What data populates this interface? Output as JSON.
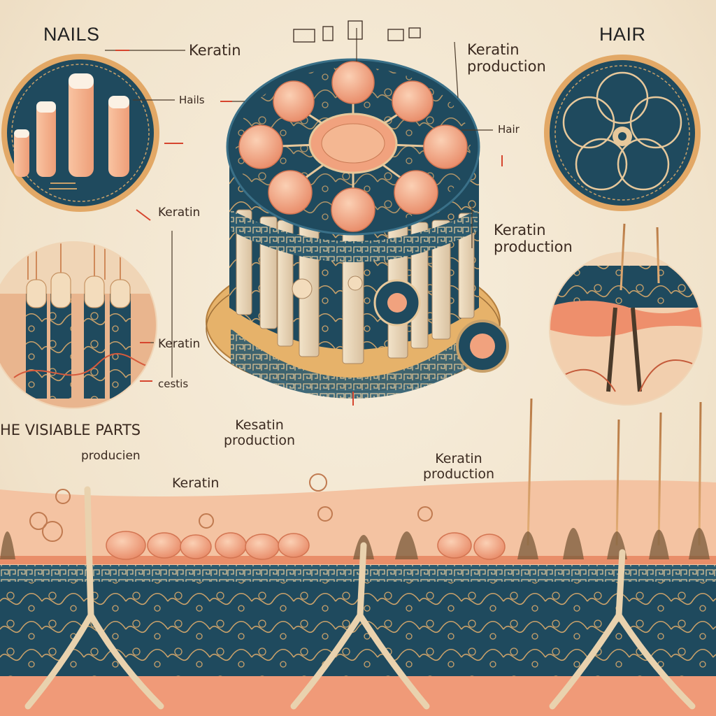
{
  "title_left": "NAILS",
  "title_right": "HAIR",
  "labels": {
    "keratin_top": "Keratin",
    "hails": "Hails",
    "keratin_left_mid": "Keratin",
    "keratin_production_top": "Keratin\nproduction",
    "hair_small": "Hair",
    "keratin_production_right": "Keratin\nproduction",
    "keratin_left_lower": "Keratin",
    "cestis": "cestis",
    "visible_parts": "HE VISIABLE PARTS",
    "producien": "producien",
    "kesatin_production": "Kesatin\nproduction",
    "keratin_bottom": "Keratin",
    "keratin_production_bottom": "Keratin\nproduction"
  },
  "colors": {
    "teal": "#1f4a5e",
    "gold": "#d9a45a",
    "cream": "#f3e8d4",
    "peach": "#f1a27e",
    "coral": "#e8795a",
    "ivory": "#efdcc0",
    "red_pointer": "#d6452e"
  }
}
